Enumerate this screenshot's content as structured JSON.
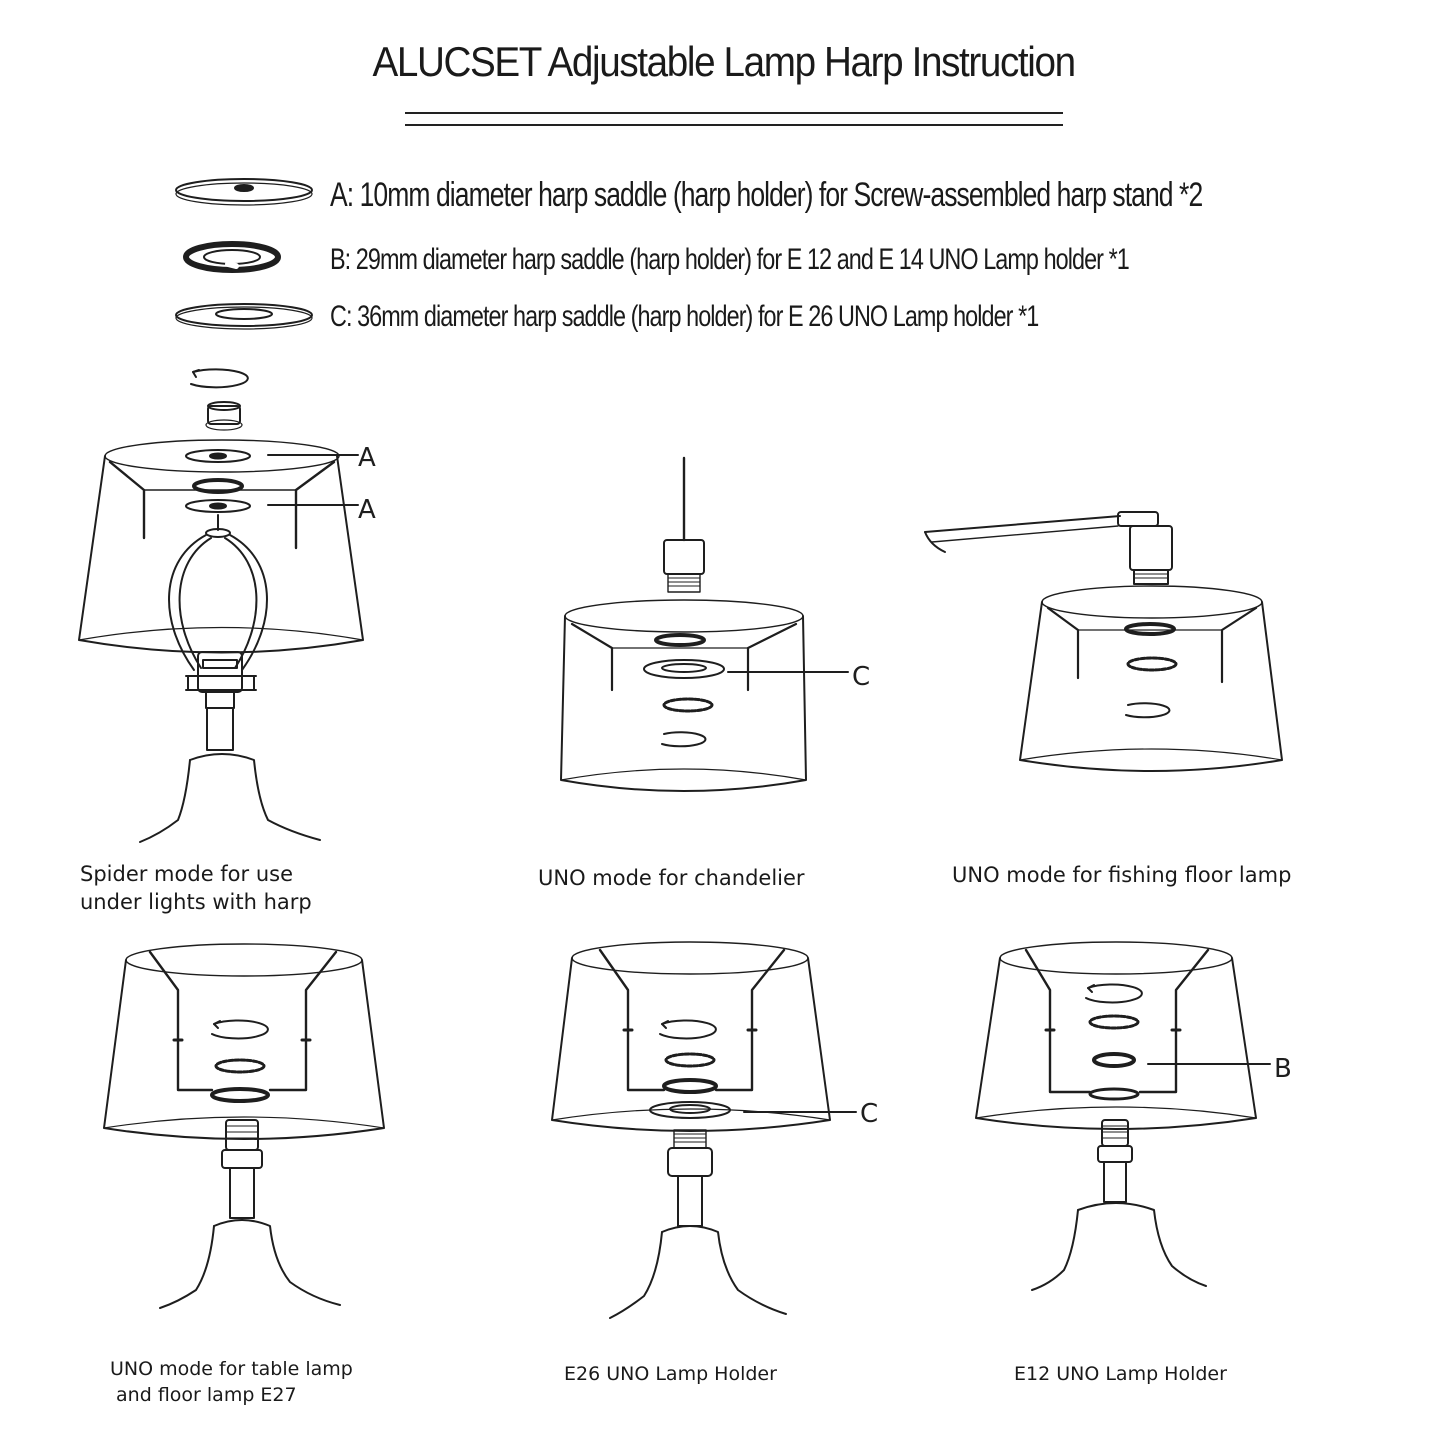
{
  "title": "ALUCSET Adjustable Lamp Harp Instruction",
  "legend": [
    {
      "id": "A",
      "text": "A: 10mm diameter harp saddle (harp holder) for  Screw-assembled harp stand *2"
    },
    {
      "id": "B",
      "text": "B: 29mm diameter harp saddle (harp holder) for E 12 and E 14 UNO Lamp holder *1"
    },
    {
      "id": "C",
      "text": "C: 36mm diameter harp saddle (harp holder) for E 26 UNO Lamp holder *1"
    }
  ],
  "callouts": {
    "spider_top": "A",
    "spider_bottom": "A",
    "chandelier": "C",
    "e26": "C",
    "e12": "B"
  },
  "captions": {
    "spider": "Spider mode for use\nunder lights with harp",
    "chandelier": "UNO mode for chandelier",
    "fishing": "UNO mode for fishing floor lamp",
    "table": "UNO mode for table lamp\n and floor lamp E27",
    "e26": "E26 UNO Lamp Holder",
    "e12": "E12 UNO Lamp Holder"
  }
}
